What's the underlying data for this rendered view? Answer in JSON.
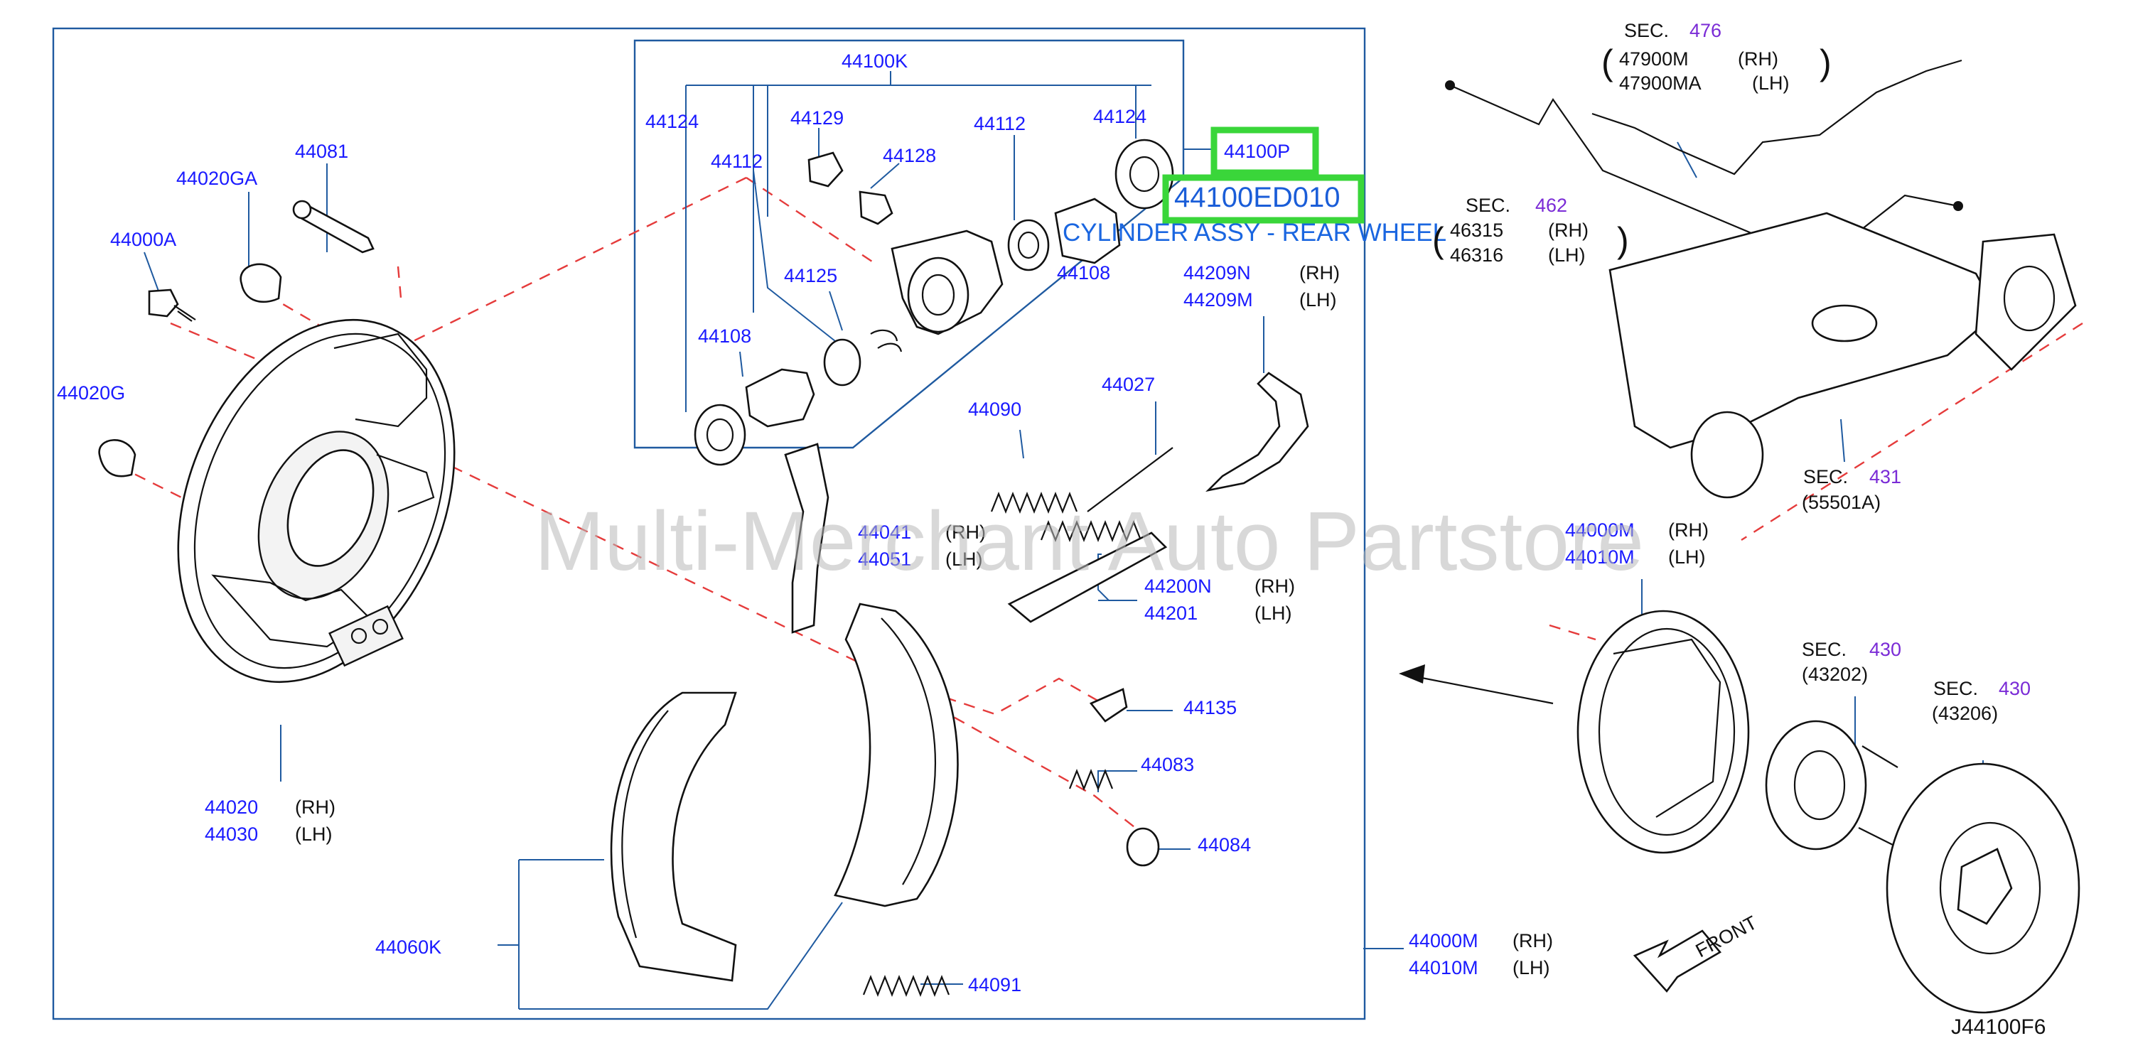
{
  "diagram": {
    "code": "J44100F6",
    "watermark": "Multi-Merchant Auto Partstore",
    "highlight": {
      "part_box": "44100P",
      "part_number": "44100ED010",
      "description": "CYLINDER ASSY - REAR WHEEL"
    },
    "parts": {
      "p44100K": "44100K",
      "p44124a": "44124",
      "p44124b": "44124",
      "p44129": "44129",
      "p44128": "44128",
      "p44112a": "44112",
      "p44112b": "44112",
      "p44125": "44125",
      "p44108a": "44108",
      "p44108b": "44108",
      "p44081": "44081",
      "p44020GA": "44020GA",
      "p44000A": "44000A",
      "p44020G": "44020G",
      "p44209N": "44209N",
      "p44209M": "44209M",
      "p44027": "44027",
      "p44090": "44090",
      "p44041": "44041",
      "p44051": "44051",
      "p44200N": "44200N",
      "p44201": "44201",
      "p44135": "44135",
      "p44083": "44083",
      "p44084": "44084",
      "p44020": "44020",
      "p44030": "44030",
      "p44060K": "44060K",
      "p44091": "44091",
      "p44000M_in": "44000M",
      "p44010M_in": "44010M",
      "p44000M_out": "44000M",
      "p44010M_out": "44010M",
      "p47900M": "47900M",
      "p47900MA": "47900MA",
      "p46315": "46315",
      "p46316": "46316",
      "p55501A": "(55501A)",
      "p43202": "(43202)",
      "p43206": "(43206)"
    },
    "side": {
      "rh": "(RH)",
      "lh": "(LH)"
    },
    "sections": {
      "sec_label": "SEC.",
      "s476": "476",
      "s462": "462",
      "s431": "431",
      "s430a": "430",
      "s430b": "430"
    },
    "front_label": "FRONT"
  }
}
